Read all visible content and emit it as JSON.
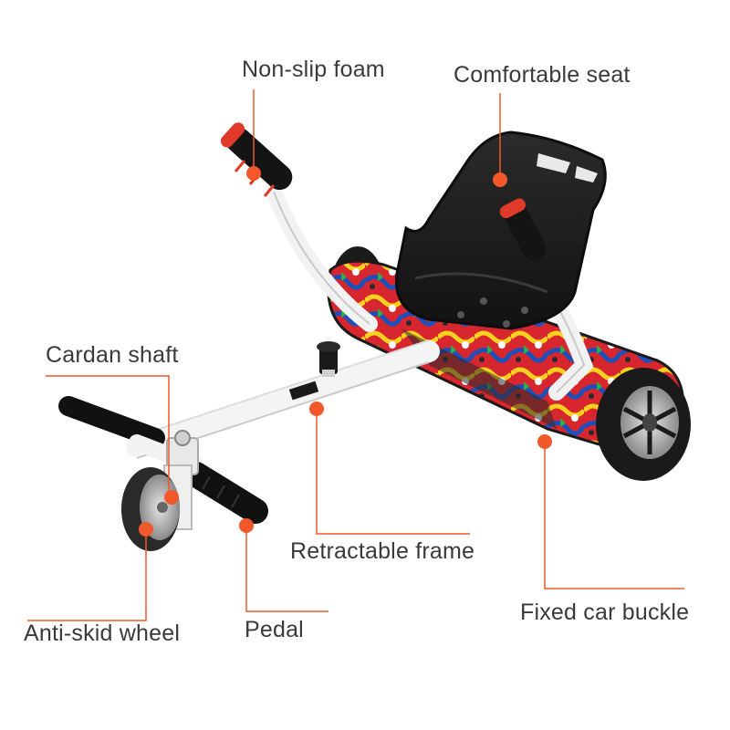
{
  "colors": {
    "accent": "#f2582a",
    "line": "#f2582a",
    "label_text": "#3a3a3a",
    "frame_white": "#f4f4f4",
    "seat_black": "#1e1e1e",
    "grip_red": "#e03a2a"
  },
  "callouts": [
    {
      "id": "non-slip-foam",
      "text": "Non-slip foam"
    },
    {
      "id": "comfortable-seat",
      "text": "Comfortable seat"
    },
    {
      "id": "cardan-shaft",
      "text": "Cardan shaft"
    },
    {
      "id": "retractable-frame",
      "text": "Retractable frame"
    },
    {
      "id": "fixed-car-buckle",
      "text": "Fixed car buckle"
    },
    {
      "id": "anti-skid-wheel",
      "text": "Anti-skid wheel"
    },
    {
      "id": "pedal",
      "text": "Pedal"
    }
  ],
  "icons": [
    "hoverboard-kart-illustration",
    "callout-dot"
  ]
}
